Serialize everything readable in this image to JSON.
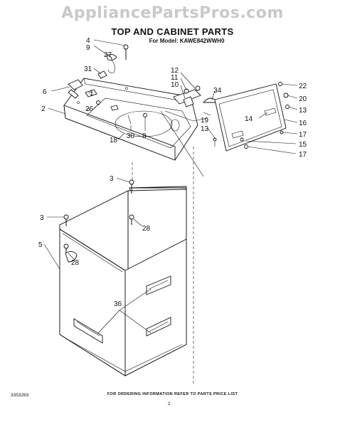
{
  "watermark": "AppliancePartsPros.com",
  "title": "TOP AND CABINET PARTS",
  "subtitle": "For Model: KAWE842WWH0",
  "footer": "FOR ORDERING INFORMATION REFER TO PARTS PRICE LIST",
  "doc_number": "3353263",
  "page_number": "2",
  "callouts": [
    "4",
    "9",
    "27",
    "31",
    "1",
    "6",
    "26",
    "2",
    "30",
    "8",
    "18",
    "12",
    "11",
    "10",
    "34",
    "19",
    "13",
    "14",
    "22",
    "20",
    "13",
    "16",
    "17",
    "15",
    "17",
    "3",
    "3",
    "28",
    "5",
    "28",
    "36"
  ]
}
